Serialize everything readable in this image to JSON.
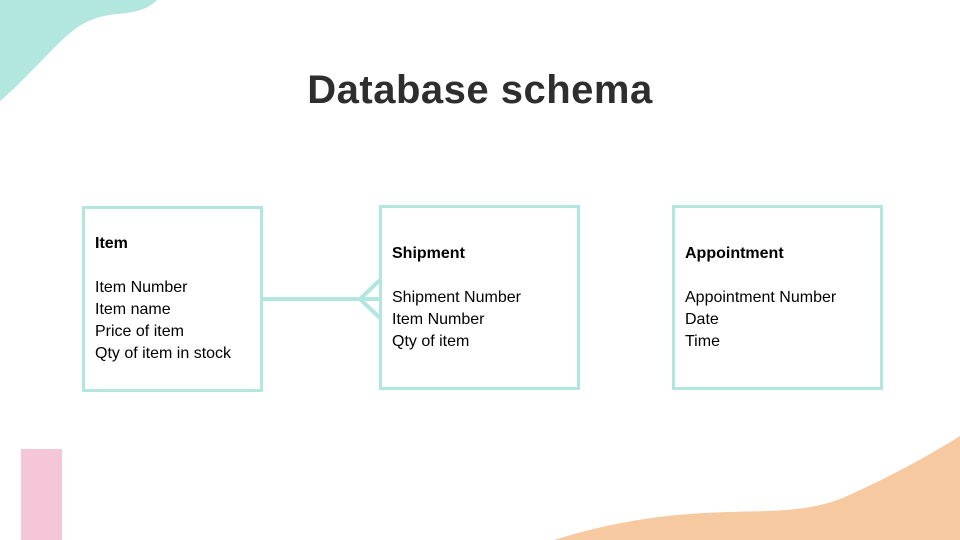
{
  "title": "Database schema",
  "colors": {
    "teal": "#b2e7e0",
    "pink": "#f4c6d8",
    "peach": "#f7c9a1",
    "title-color": "#2e2e2e",
    "body-color": "#000000"
  },
  "entities": [
    {
      "name": "Item",
      "attributes": [
        "Item Number",
        "Item name",
        "Price of item",
        "Qty of item in stock"
      ]
    },
    {
      "name": "Shipment",
      "attributes": [
        "Shipment Number",
        "Item Number",
        "Qty of item"
      ]
    },
    {
      "name": "Appointment",
      "attributes": [
        "Appointment Number",
        "Date",
        "Time"
      ]
    }
  ],
  "relationship": {
    "from": "Item",
    "to": "Shipment",
    "notation": "crow-foot (one-to-many)"
  }
}
